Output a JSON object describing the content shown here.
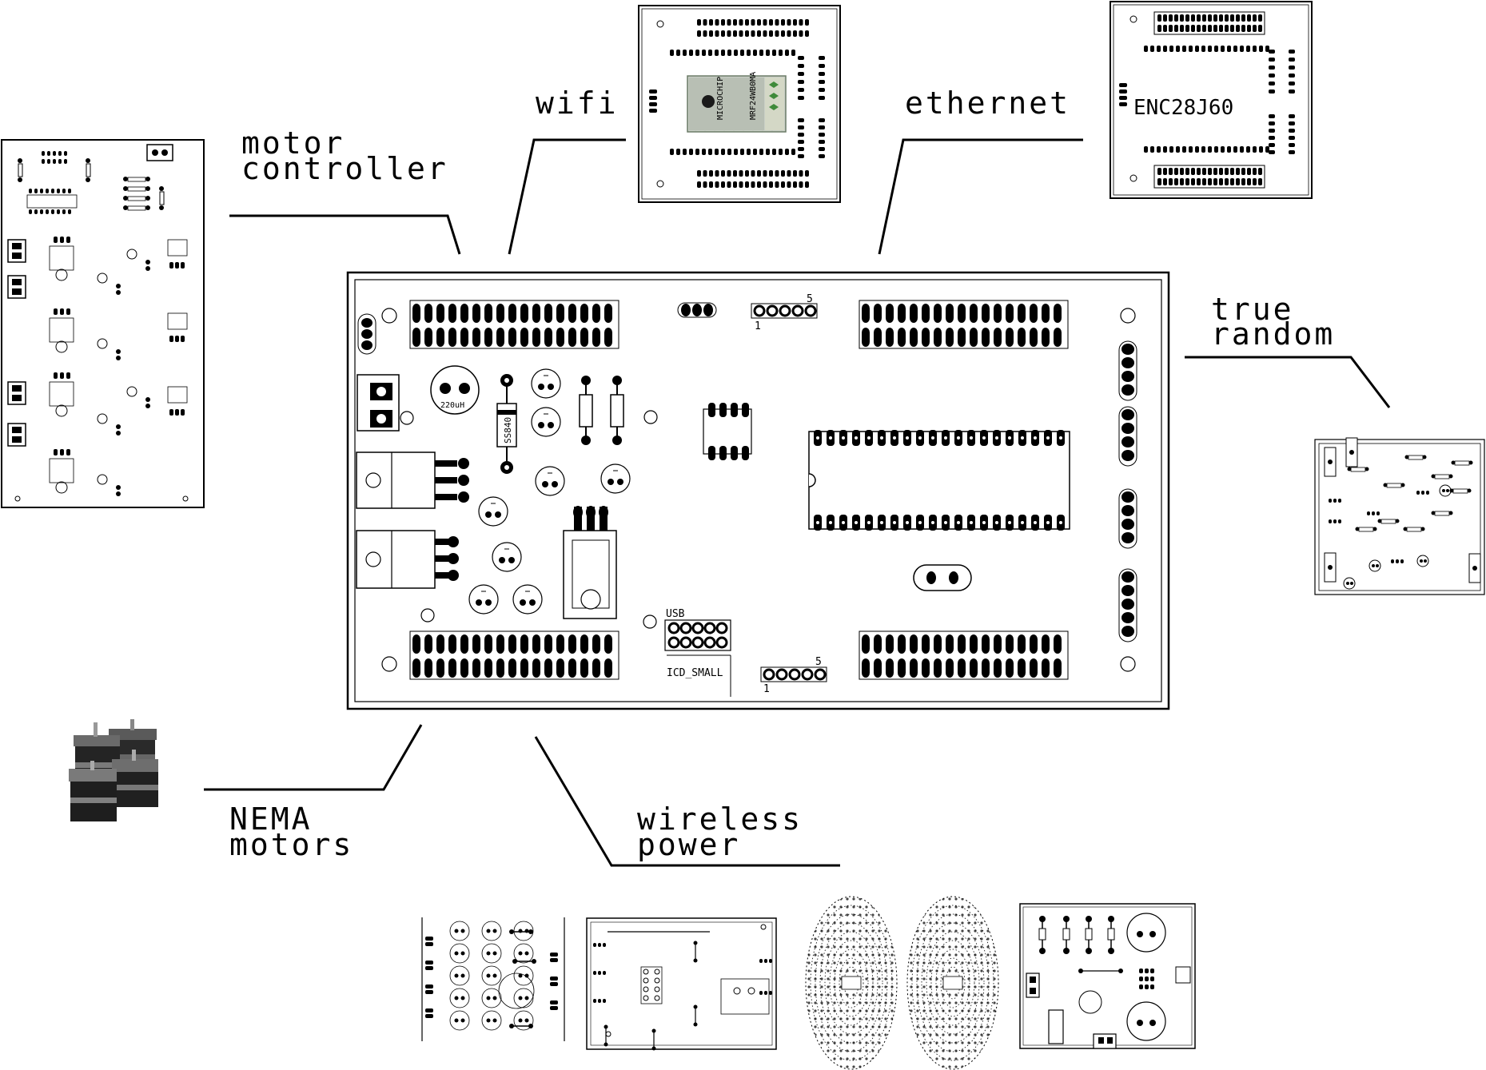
{
  "labels": {
    "motor_controller": [
      "motor",
      "controller"
    ],
    "wifi": "wifi",
    "ethernet": "ethernet",
    "true_random": [
      "true",
      "random"
    ],
    "nema_motors": [
      "NEMA",
      "motors"
    ],
    "wireless_power": [
      "wireless",
      "power"
    ]
  },
  "silkscreen": {
    "wifi_chip_brand": "MICROCHIP",
    "wifi_chip_part": "MRF24WB0MA",
    "ethernet_chip": "ENC28J60",
    "diode": "SS840",
    "inductor": "220uH",
    "icsp": "ICD_SMALL",
    "uss": "USB",
    "pin_1": "1",
    "pin_5": "5",
    "pin_5b": "5"
  }
}
